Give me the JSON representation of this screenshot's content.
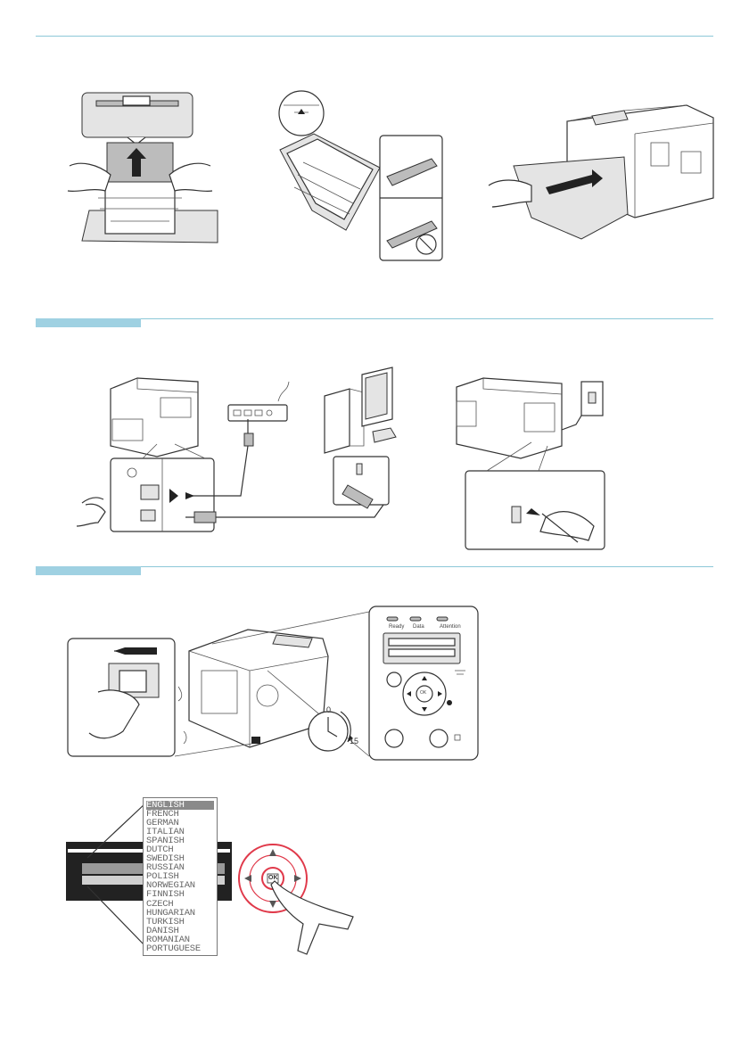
{
  "panel": {
    "ready": "Ready",
    "data": "Data",
    "attention": "Attention",
    "ok": "OK"
  },
  "timer": {
    "start": "0",
    "end": "15"
  },
  "languages": [
    "ENGLISH",
    "FRENCH",
    "GERMAN",
    "ITALIAN",
    "SPANISH",
    "DUTCH",
    "SWEDISH",
    "RUSSIAN",
    "POLISH",
    "NORWEGIAN",
    "FINNISH",
    "CZECH",
    "HUNGARIAN",
    "TURKISH",
    "DANISH",
    "ROMANIAN",
    "PORTUGUESE"
  ],
  "selected_language": "ENGLISH",
  "colors": {
    "rule": "#8cc8d8",
    "tab": "#9fd1e2",
    "highlight": "#e0394a"
  }
}
